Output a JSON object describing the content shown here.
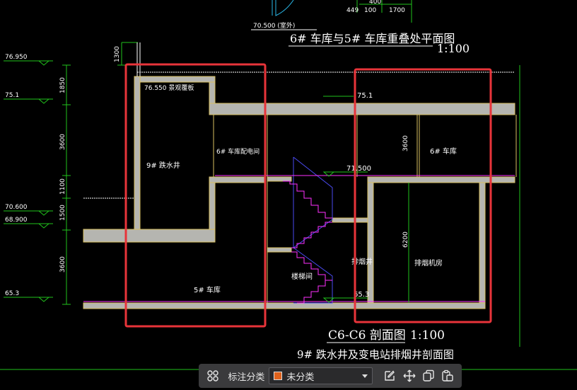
{
  "drawing": {
    "top_title": "6# 车库与5# 车库重叠处平面图",
    "top_scale": "1:100",
    "top_dims": [
      "400",
      "449",
      "100",
      "1700"
    ],
    "top_elev_note": "70.500 (室外)",
    "section_title": "C6-C6 剖面图",
    "section_scale": "1:100",
    "subtitle": "9# 跌水井及变电站排烟井剖面图",
    "left_elevations": [
      "76.950",
      "75.1",
      "70.600",
      "68.900",
      "65.3"
    ],
    "vertical_dims": [
      "1300",
      "1850",
      "3600",
      "1100",
      "1500",
      "3600",
      "3600",
      "6200"
    ],
    "labels": {
      "slab_top": "76.550 景观覆板",
      "well": "9# 跌水井",
      "transformer": "6# 车库配电间",
      "garage6": "6# 车库",
      "garage5": "5# 车库",
      "stair": "楼梯间",
      "smoke_shaft": "排烟井",
      "fan_room": "排烟机房",
      "elev_751": "75.1",
      "elev_71500": "71.500",
      "elev_653": "65.3"
    },
    "highlight_color": "#e8343a",
    "wall_color": "#b5b5b0",
    "wall_line_color": "#d8c060",
    "dim_color": "#21c21c"
  },
  "toolbar": {
    "group_icon": "apps-grid-icon",
    "category_label": "标注分类",
    "category_value": "未分类",
    "category_color": "#e0621c",
    "buttons": [
      "edit-icon",
      "move-icon",
      "copy-icon",
      "paste-icon"
    ]
  }
}
